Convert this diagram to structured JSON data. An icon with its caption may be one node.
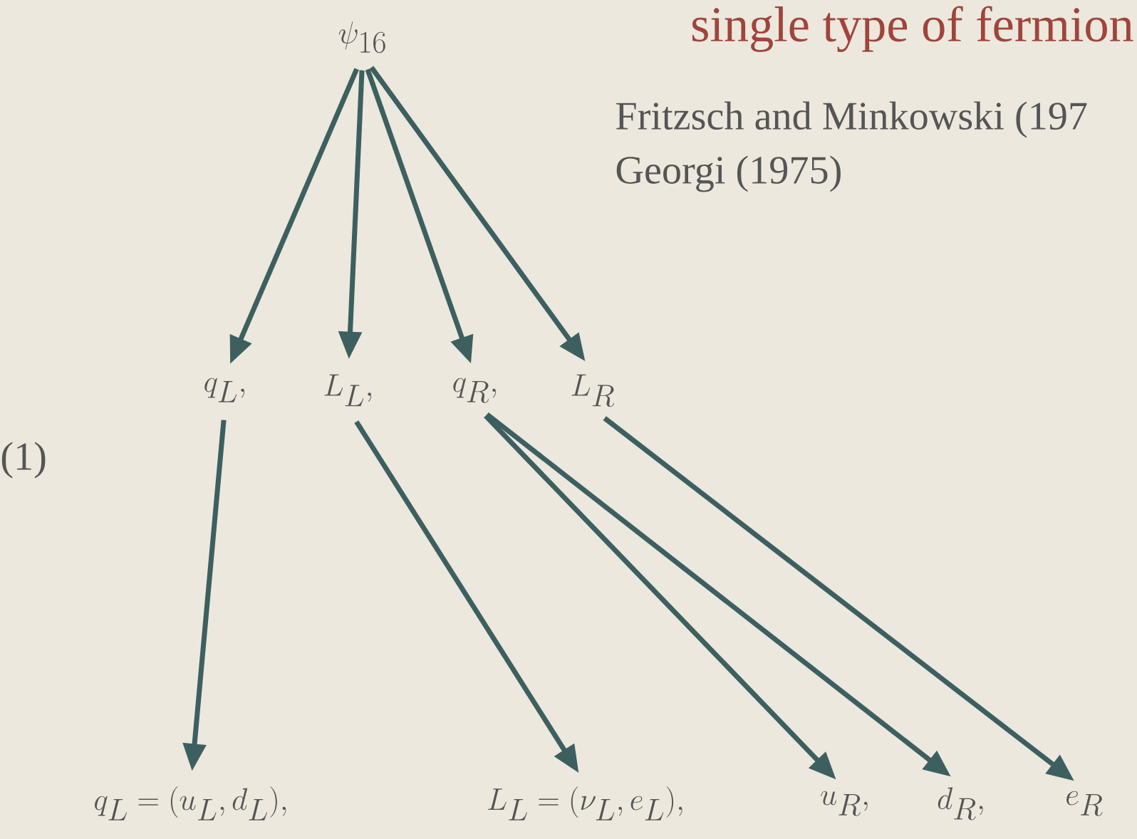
{
  "diagram": {
    "title": "single type of fermion",
    "nodes": [
      {
        "text": [
          "\\psi_{16}"
        ]
      },
      {
        "text": [
          "q_L,"
        ]
      },
      {
        "text": [
          "L_L,"
        ]
      },
      {
        "text": [
          "q_R,"
        ]
      },
      {
        "text": [
          "L_R"
        ]
      },
      {
        "text": [
          "q_L = (u_L, d_L),"
        ]
      },
      {
        "text": [
          "L_L = (\\nu_L, e_L),"
        ]
      },
      {
        "text": [
          "u_R,"
        ]
      },
      {
        "text": [
          "d_R,"
        ]
      },
      {
        "text": [
          "e_R"
        ]
      }
    ],
    "edges": [
      {
        "from": 0,
        "to": 1,
        "arrow": "to"
      },
      {
        "from": 0,
        "to": 2,
        "arrow": "to"
      },
      {
        "from": 0,
        "to": 3,
        "arrow": "to"
      },
      {
        "from": 0,
        "to": 4,
        "arrow": "to"
      },
      {
        "from": 1,
        "to": 5,
        "arrow": "to"
      },
      {
        "from": 2,
        "to": 6,
        "arrow": "to"
      },
      {
        "from": 3,
        "to": 7,
        "arrow": "to"
      },
      {
        "from": 3,
        "to": 8,
        "arrow": "to"
      },
      {
        "from": 4,
        "to": 9,
        "arrow": "to"
      }
    ],
    "labels": [
      "Fritzsch and Minkowski (197",
      "Georgi (1975)",
      "(1)"
    ]
  }
}
